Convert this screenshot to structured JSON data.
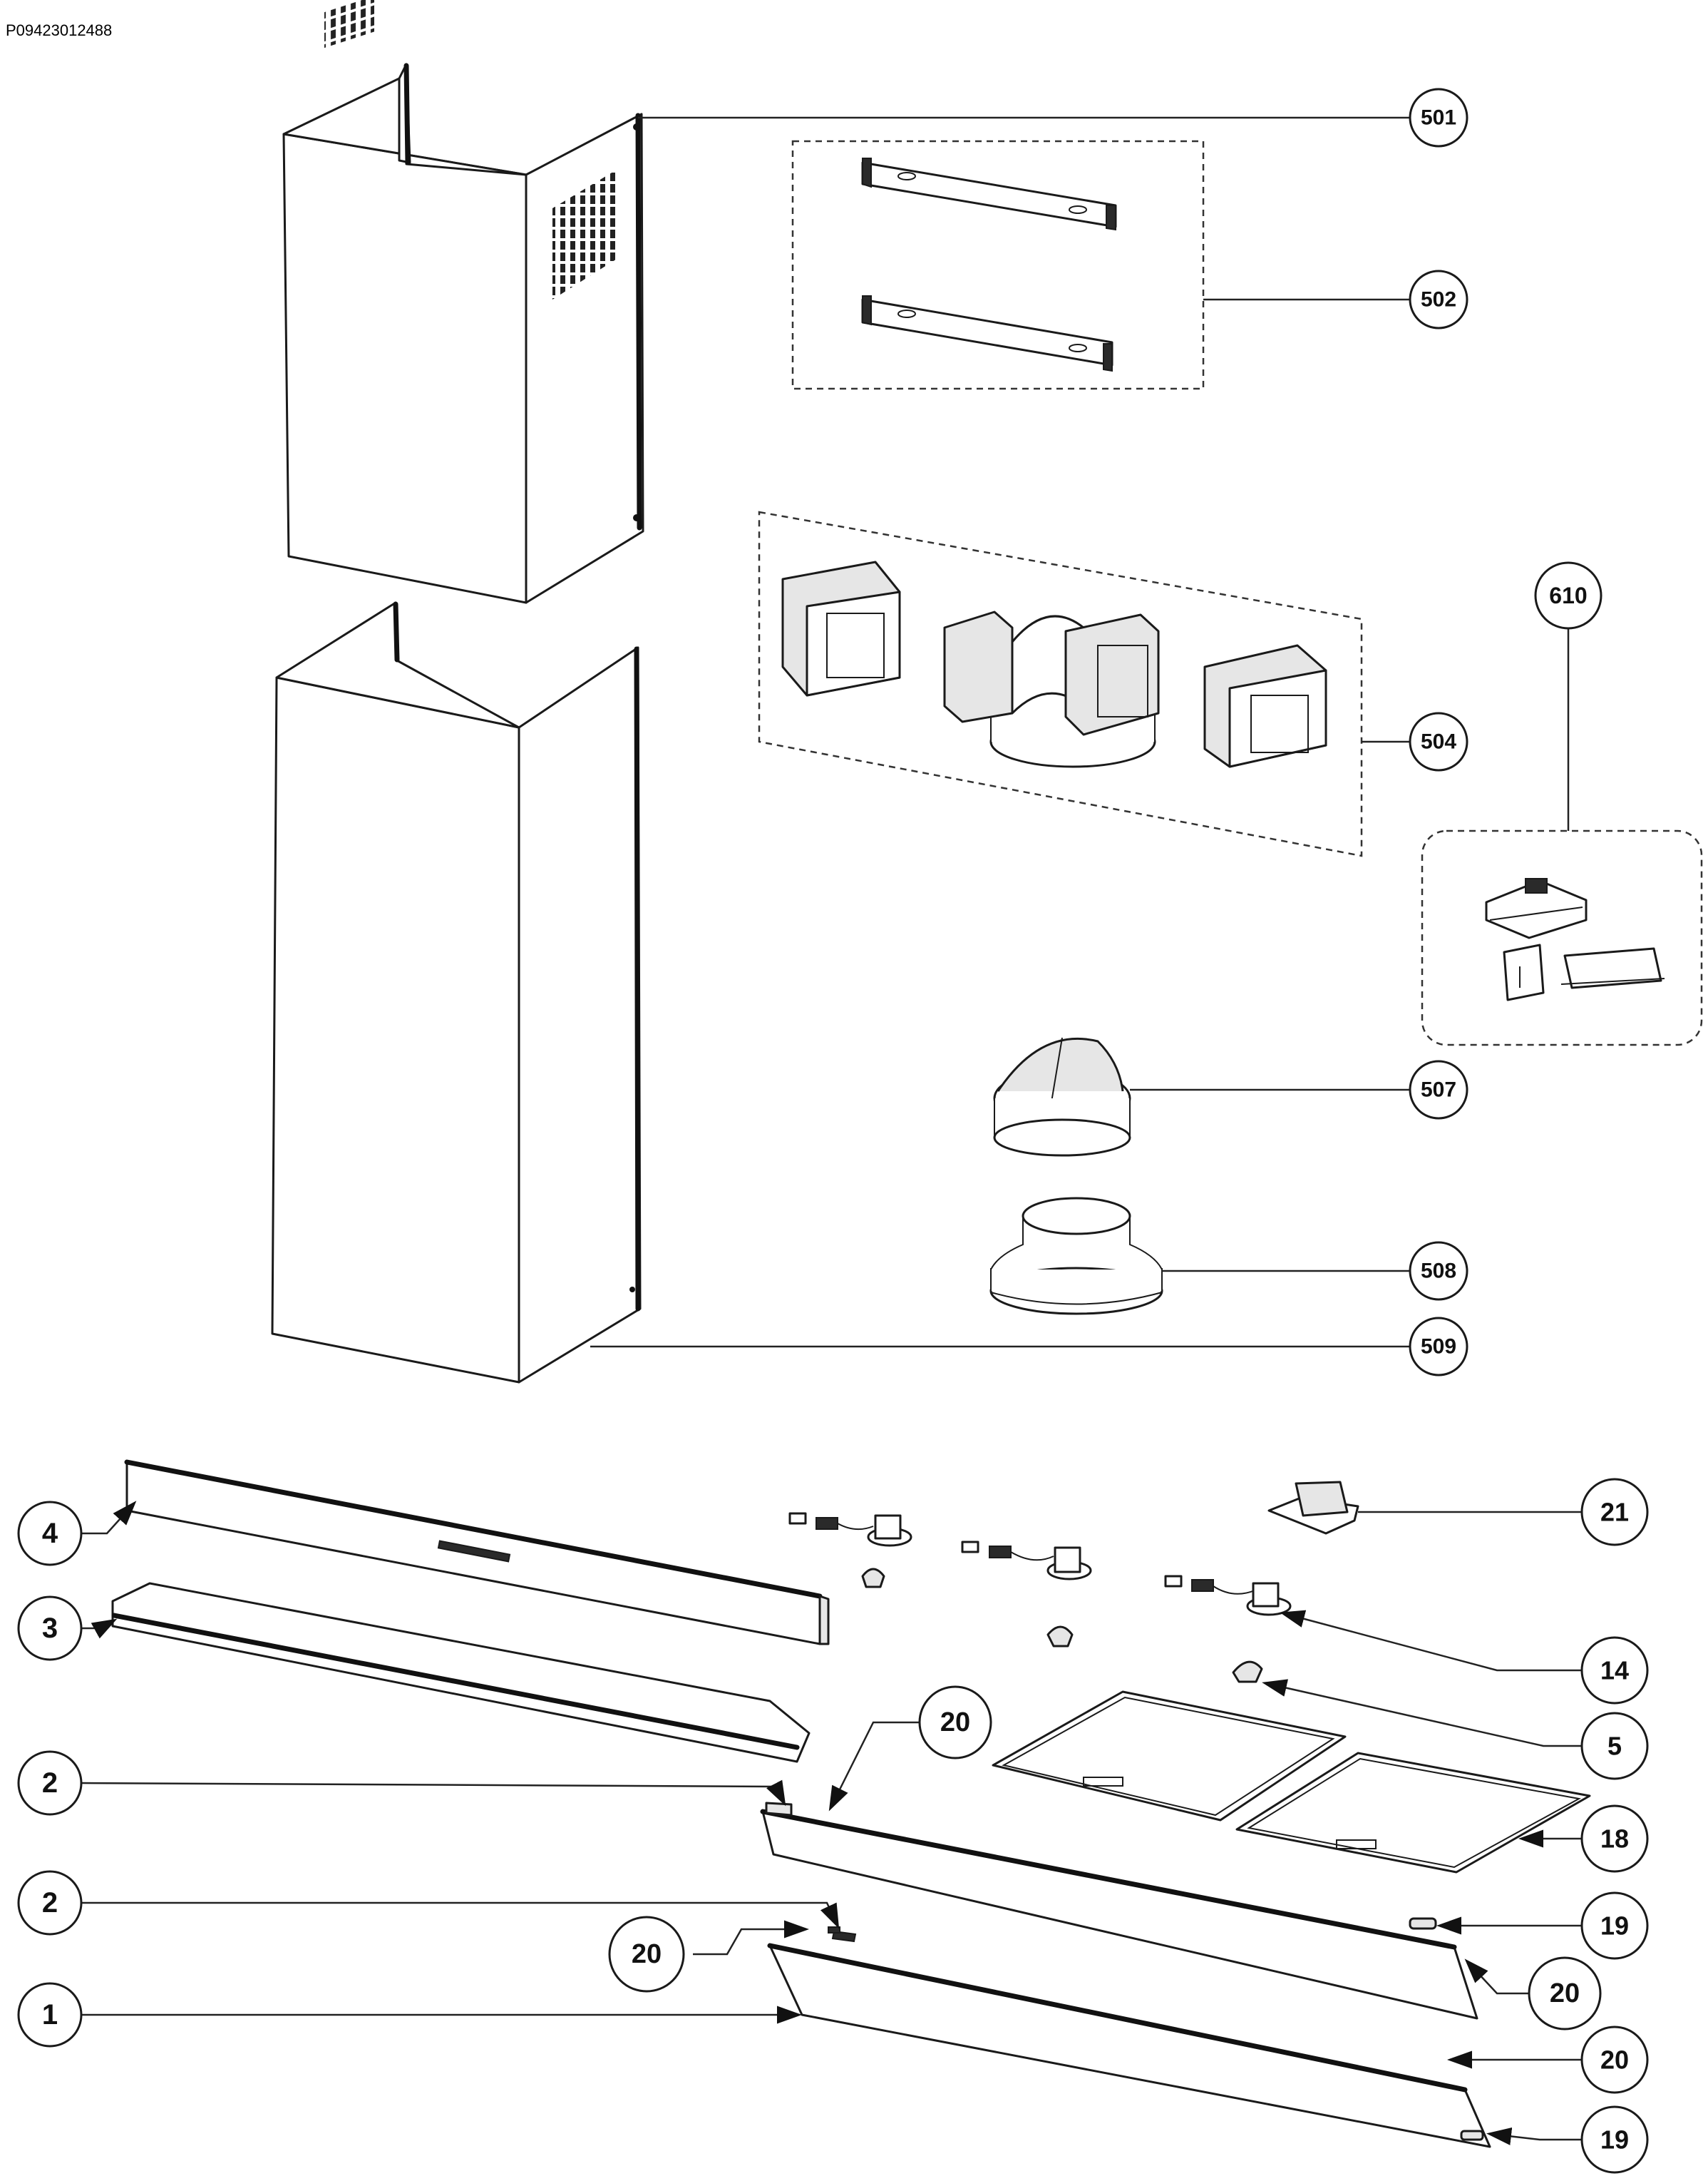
{
  "document_id": "P09423012488",
  "callouts": [
    {
      "id": "c-501",
      "label": "501"
    },
    {
      "id": "c-502",
      "label": "502"
    },
    {
      "id": "c-504",
      "label": "504"
    },
    {
      "id": "c-610",
      "label": "610"
    },
    {
      "id": "c-507",
      "label": "507"
    },
    {
      "id": "c-508",
      "label": "508"
    },
    {
      "id": "c-509",
      "label": "509"
    },
    {
      "id": "c-4",
      "label": "4"
    },
    {
      "id": "c-3",
      "label": "3"
    },
    {
      "id": "c-2a",
      "label": "2"
    },
    {
      "id": "c-2b",
      "label": "2"
    },
    {
      "id": "c-1",
      "label": "1"
    },
    {
      "id": "c-20a",
      "label": "20"
    },
    {
      "id": "c-20b",
      "label": "20"
    },
    {
      "id": "c-20c",
      "label": "20"
    },
    {
      "id": "c-20d",
      "label": "20"
    },
    {
      "id": "c-21",
      "label": "21"
    },
    {
      "id": "c-14",
      "label": "14"
    },
    {
      "id": "c-5",
      "label": "5"
    },
    {
      "id": "c-18",
      "label": "18"
    },
    {
      "id": "c-19a",
      "label": "19"
    },
    {
      "id": "c-19b",
      "label": "19"
    }
  ]
}
